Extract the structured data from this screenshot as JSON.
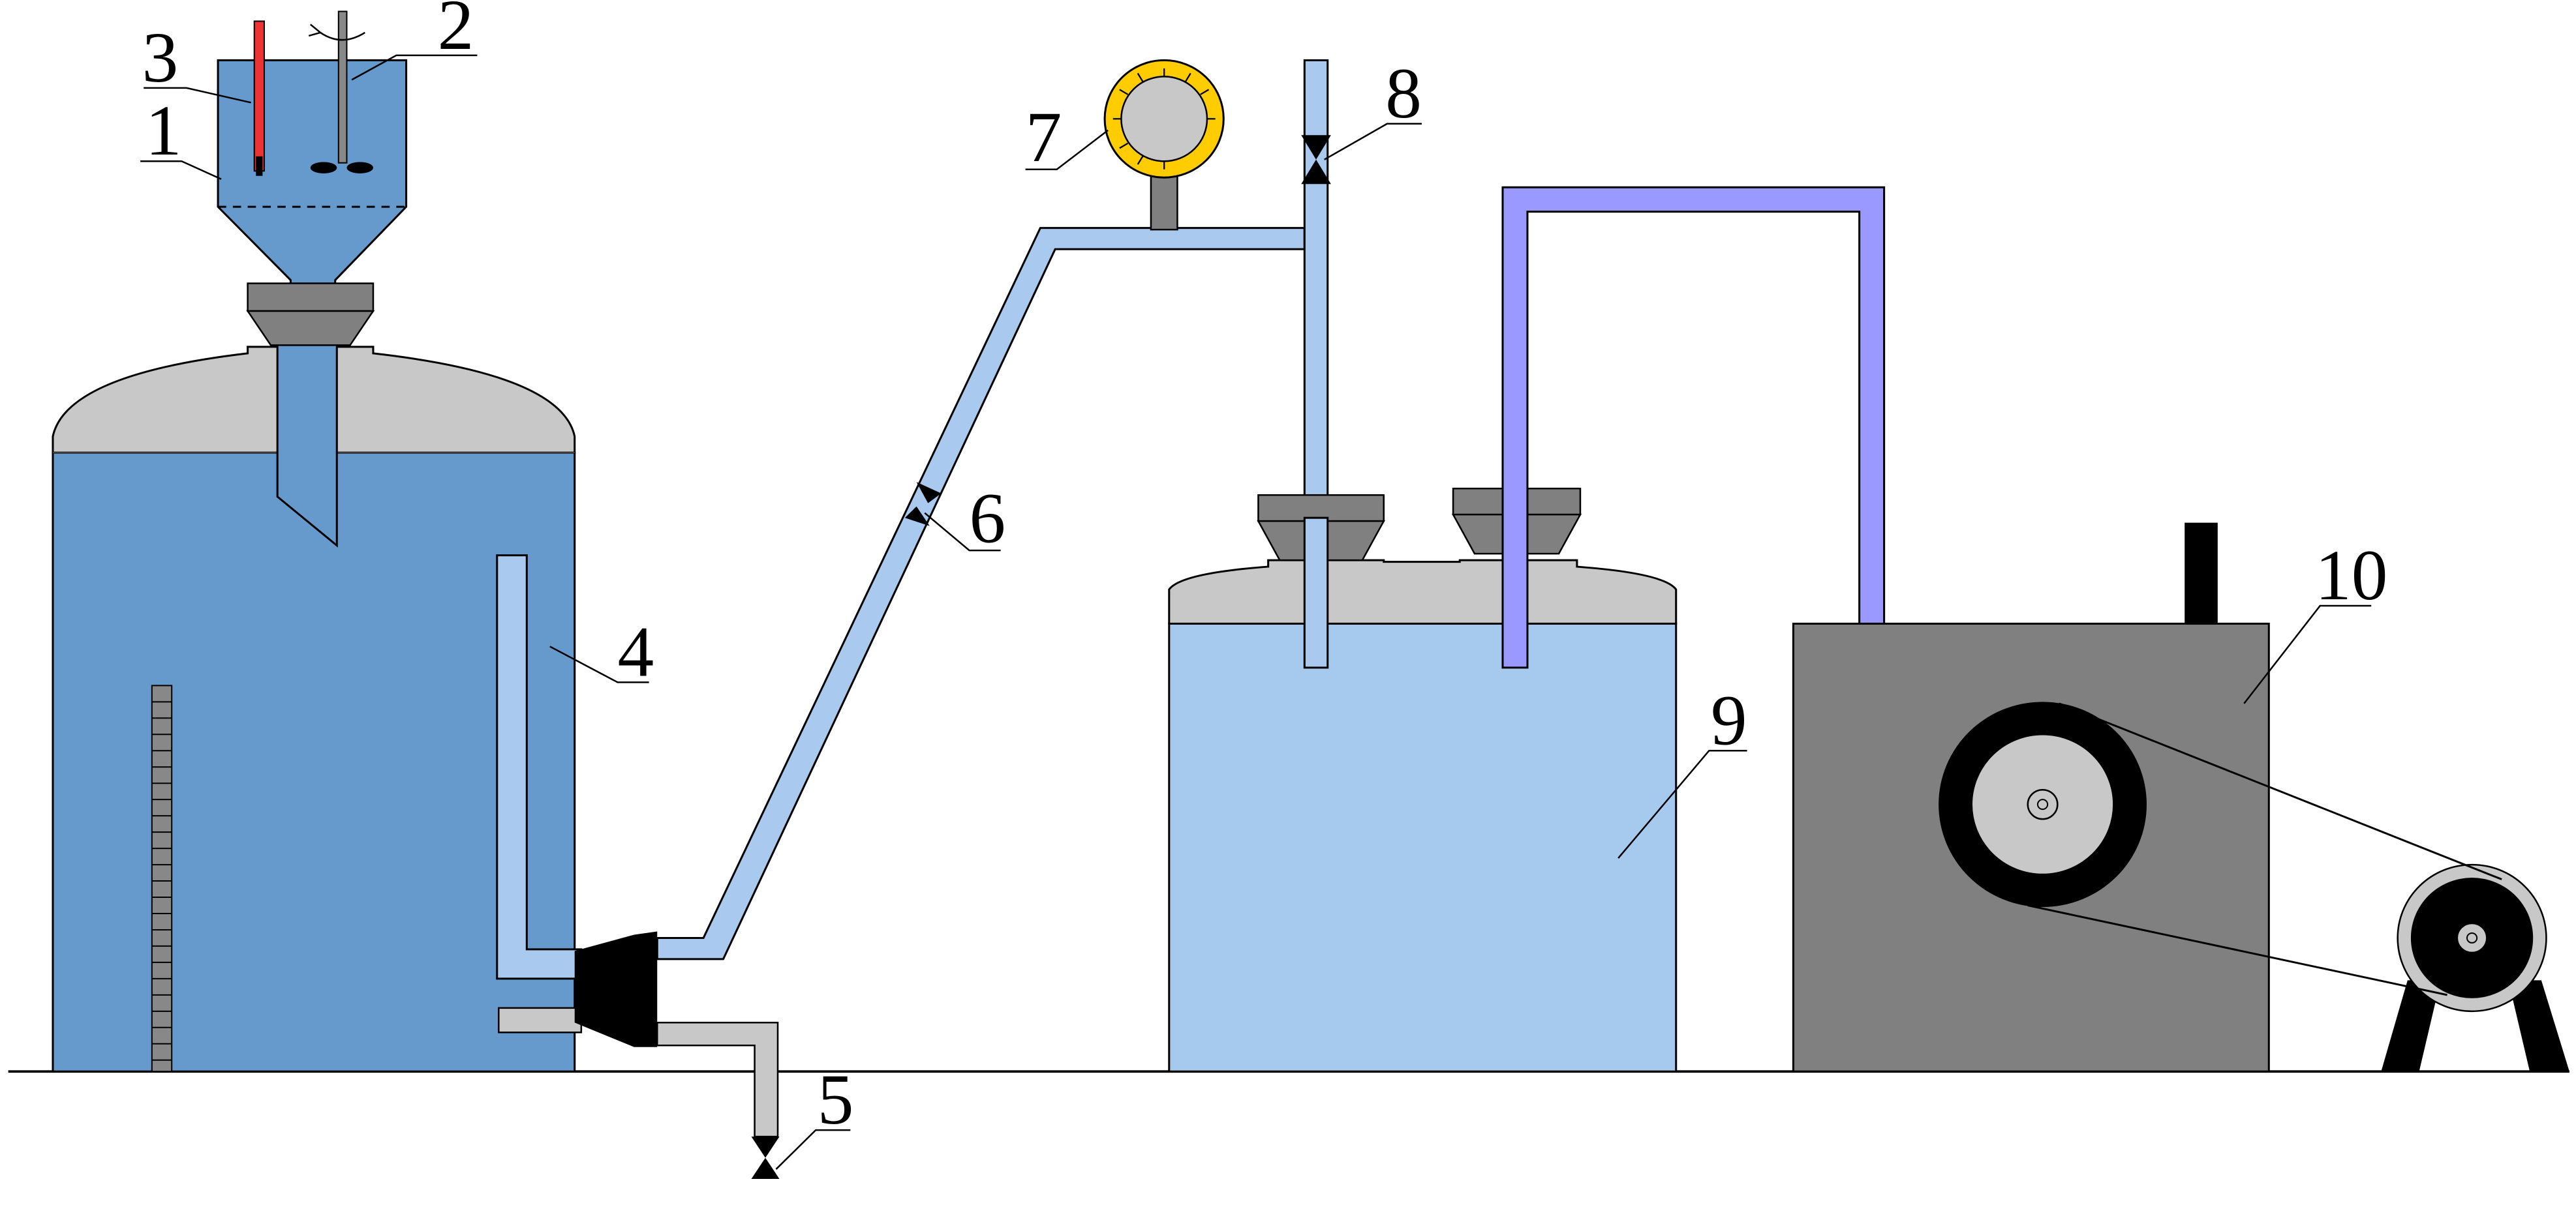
{
  "labels": {
    "l1": "1",
    "l2": "2",
    "l3": "3",
    "l4": "4",
    "l5": "5",
    "l6": "6",
    "l7": "7",
    "l8": "8",
    "l9": "9",
    "l10": "10"
  },
  "colors": {
    "tank_liquid_blue": "#6699cc",
    "tank_dome_grey": "#c8c8c8",
    "receiver_liquid_blue": "#a6c9ee",
    "pipe_light_blue": "#a9c9ee",
    "vacuum_line_violet": "#9999ff",
    "machine_grey": "#808080",
    "gauge_yellow": "#ffcc00",
    "pump_block_black": "#000000",
    "thermometer_red": "#ee3333",
    "level_gauge_grey": "#888888"
  }
}
